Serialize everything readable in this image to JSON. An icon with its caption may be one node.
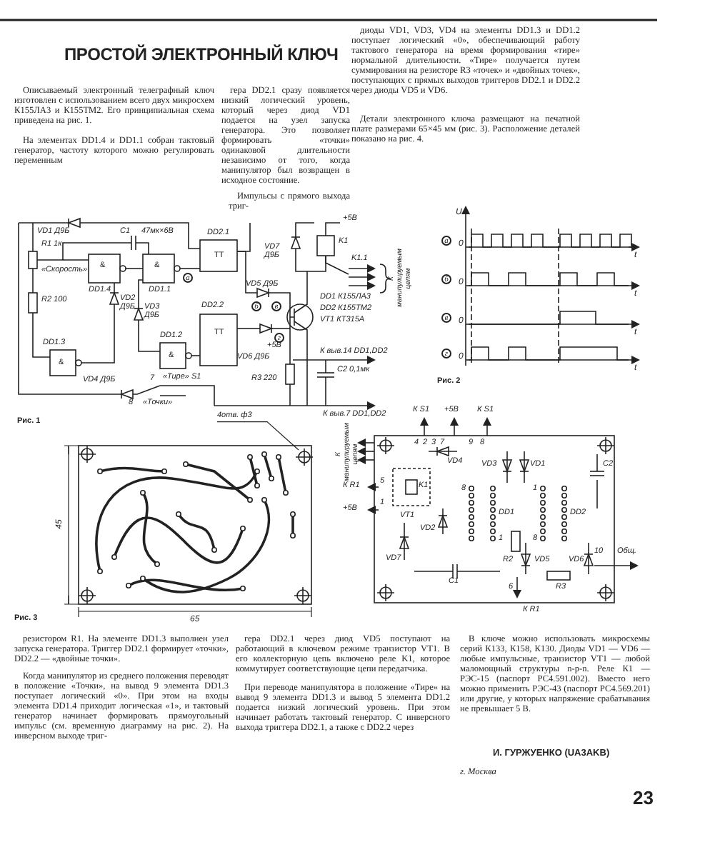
{
  "diagram": {
    "title": "ПРОСТОЙ ЭЛЕКТРОННЫЙ КЛЮЧ",
    "nodes": [
      {
        "text": [
          "4отв. ф3"
        ]
      },
      {
        "text": [],
        "shape": "circle"
      }
    ],
    "edges": [
      {
        "from": 0,
        "to": 1,
        "arrow": "none"
      }
    ],
    "labels": [
      "Описываемый электронный телеграфный ключ изготовлен с использованием всего двух микросхем К155ЛА3 и К155ТМ2. Его принципиальная схема приведена на рис. 1.",
      "На элементах DD1.4 и DD1.1 собран тактовый генератор, частоту которого можно регулировать переменным",
      "гера DD2.1 сразу появляется низкий логический уровень, который через диод VD1 подается на узел запуска генератора. Это позволяет формировать «точки» одинаковой длительности независимо от того, когда манипулятор был возвращен в исходное состояние.",
      "Импульсы с прямого выхода триг-",
      "диоды VD1, VD3, VD4 на элементы DD1.3 и DD1.2 поступает логический «0», обеспечивающий работу тактового генератора на время формирования «тире» нормальной длительности. «Тире» получается путем суммирования на резисторе R3 «точек» и «двойных точек», поступающих с прямых выходов триггеров DD2.1 и DD2.2 через диоды VD5 и VD6.",
      "Детали электронного ключа размещают на печатной плате размерами 65×45 мм (рис. 3). Расположение деталей показано на рис. 4.",
      "VD1 Д9Б",
      "C1",
      "47мк×6В",
      "DD2.1",
      "+5В",
      "K1",
      "R1 1к",
      "VD7 Д9Б",
      "TT",
      "K1.1",
      "&",
      "&",
      "«Скорость»",
      "а",
      "VD5 Д9Б",
      "DD1.4",
      "DD1.1",
      "DD1 К155ЛА3",
      "VD2 Д9Б",
      "R2 100",
      "б",
      "в",
      "VD3 Д9Б",
      "DD2.2",
      "DD2 К155ТМ2",
      "VT1 КТ315А",
      "TT",
      "г",
      "DD1.2",
      "DD1.3",
      "К выв.14 DD1,DD2",
      "&",
      "&",
      "+5В",
      "VD6 Д9Б",
      "C2 0,1мк",
      "VD4 Д9Б",
      "7",
      "«Тире» S1",
      "R3 220",
      "К манипулируемым цепям",
      "8",
      "«Точки»",
      "К выв.7 DD1,DD2",
      "Рис. 1",
      "U",
      "а",
      "0",
      "t",
      "б",
      "0",
      "t",
      "в",
      "0",
      "t",
      "г",
      "0",
      "t",
      "Рис. 2",
      "45",
      "Рис. 3",
      "65",
      "К S1",
      "+5В",
      "К S1",
      "4",
      "2",
      "3",
      "7",
      "9",
      "8",
      "К манипулируемым цепям",
      "VD4",
      "VD3",
      "VD1",
      "C2",
      "5",
      "К R1",
      "K1",
      "8",
      "1",
      "1",
      "+5В",
      "VT1",
      "VD2",
      "DD1",
      "DD2",
      "1",
      "8",
      "VD7",
      "R2",
      "VD5",
      "VD6",
      "10",
      "Общ.",
      "C1",
      "6",
      "R3",
      "К R1",
      "резистором R1. На элементе DD1.3 выполнен узел запуска генератора. Триггер DD2.1 формирует «точки», DD2.2 — «двойные точки».",
      "Когда манипулятор из среднего положения переводят в положение «Точки», на вывод 9 элемента DD1.3 поступает логический «0». При этом на входы элемента DD1.4 приходит логическая «1», и тактовый генератор начинает формировать прямоугольный импульс (см. временную диаграмму на рис. 2). На инверсном выходе триг-",
      "гера DD2.1 через диод VD5 поступают на работающий в ключевом режиме транзистор VT1. В его коллекторную цепь включено реле K1, которое коммутирует соответствующие цепи передатчика.",
      "При переводе манипулятора в положение «Тире» на вывод 9 элемента DD1.3 и вывод 5 элемента DD1.2 подается низкий логический уровень. При этом начинает работать тактовый генератор. С инверсного выхода триггера DD2.1, а также с DD2.2 через",
      "В ключе можно использовать микросхемы серий К133, К158, К130. Диоды VD1 — VD6 — любые импульсные, транзистор VT1 — любой маломощный структуры n-p-n. Реле К1 — РЭС-15 (паспорт РС4.591.002). Вместо него можно применить РЭС-43 (паспорт РС4.569.201) или другие, у которых напряжение срабатывания не превышает 5 В.",
      "И. ГУРЖУЕНКО (UA3AKB)",
      "г. Москва",
      "23"
    ]
  }
}
